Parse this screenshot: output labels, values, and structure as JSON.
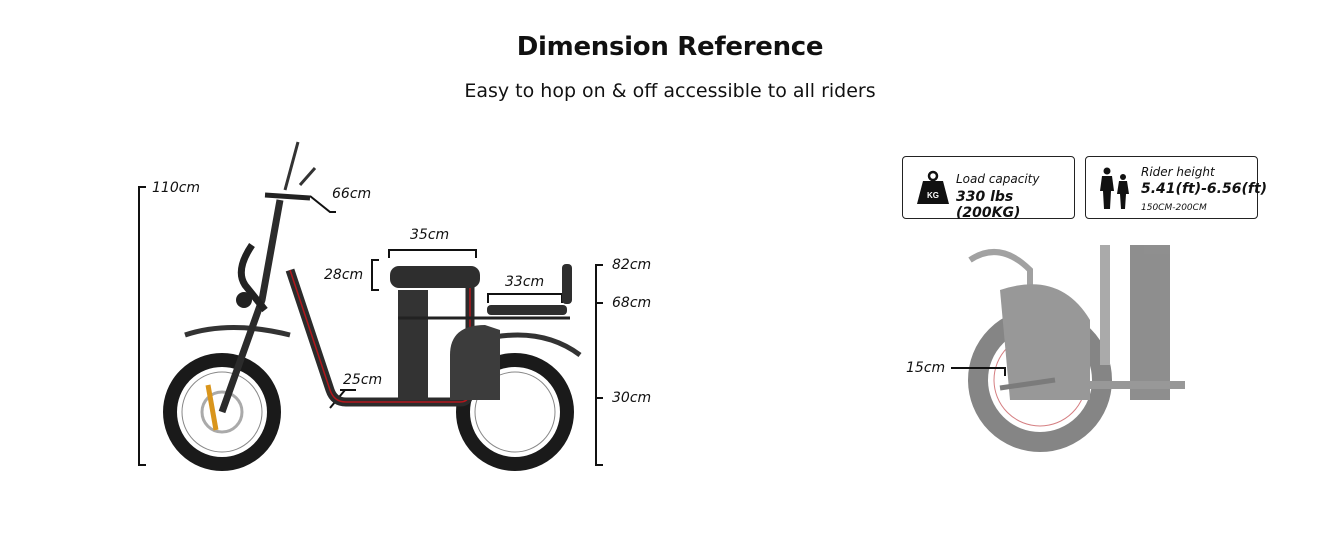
{
  "header": {
    "title": "Dimension Reference",
    "subtitle": "Easy to hop on & off accessible to all riders"
  },
  "dimensions": {
    "total_height": "110cm",
    "handlebar_width": "66cm",
    "seat_length": "35cm",
    "seat_height_adjust": "28cm",
    "rear_seat_length": "33cm",
    "footboard_height": "25cm",
    "rear_top": "82cm",
    "rear_seat_height": "68cm",
    "wheel_height": "30cm",
    "footpeg_width": "15cm"
  },
  "specs": [
    {
      "icon": "weight-kg-icon",
      "icon_text": "KG",
      "caption": "Load capacity",
      "value": "330 lbs (200KG)"
    },
    {
      "icon": "riders-icon",
      "caption": "Rider height",
      "value": "5.41(ft)-6.56(ft)",
      "sub": "150CM-200CM"
    }
  ],
  "colors": {
    "frame": "#2b2b2b",
    "accent_red": "#b3161c",
    "brake": "#d9951c"
  }
}
